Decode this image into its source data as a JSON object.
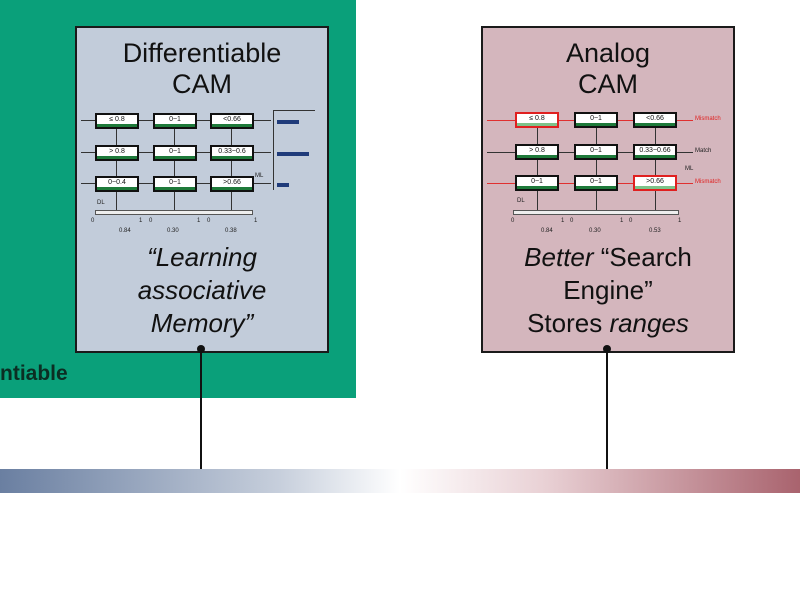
{
  "green_region": {
    "label": "ntiable",
    "color": "#0aa07a"
  },
  "left_card": {
    "title_line1": "Differentiable",
    "title_line2": "CAM",
    "caption_line1": "“Learning",
    "caption_line2": "associative",
    "caption_line3": "Memory”",
    "color": "#c2ccda",
    "cells": [
      [
        "≤ 0.8",
        "0~1",
        "<0.66"
      ],
      [
        "> 0.8",
        "0~1",
        "0.33~0.6"
      ],
      [
        "0~0.4",
        "0~1",
        ">0.66"
      ]
    ],
    "ml_label": "ML",
    "dl_label": "DL",
    "slider_ends": [
      "0",
      "1"
    ],
    "slider_values": [
      "0.84",
      "0.30",
      "0.38"
    ],
    "output_levels": [
      0.35,
      0.6,
      0.25
    ]
  },
  "right_card": {
    "title_line1": "Analog",
    "title_line2": "CAM",
    "caption_line1_italic": "Better",
    "caption_line1_rest": " “Search",
    "caption_line2": "Engine”",
    "caption_line3_plain": "Stores ",
    "caption_line3_italic": "ranges",
    "color": "#d4b6bd",
    "cells": [
      [
        "≤ 0.8",
        "0~1",
        "<0.66"
      ],
      [
        "> 0.8",
        "0~1",
        "0.33~0.66"
      ],
      [
        "0~1",
        "0~1",
        ">0.66"
      ]
    ],
    "mismatch_cells": [
      [
        0,
        0
      ],
      [
        2,
        2
      ]
    ],
    "row_status": [
      "Mismatch",
      "Match",
      "Mismatch"
    ],
    "ml_label": "ML",
    "dl_label": "DL",
    "slider_ends": [
      "0",
      "1"
    ],
    "slider_values": [
      "0.84",
      "0.30",
      "0.53"
    ]
  },
  "spectrum": {
    "start_color": "#6a7fa1",
    "end_color": "#a9636e"
  }
}
